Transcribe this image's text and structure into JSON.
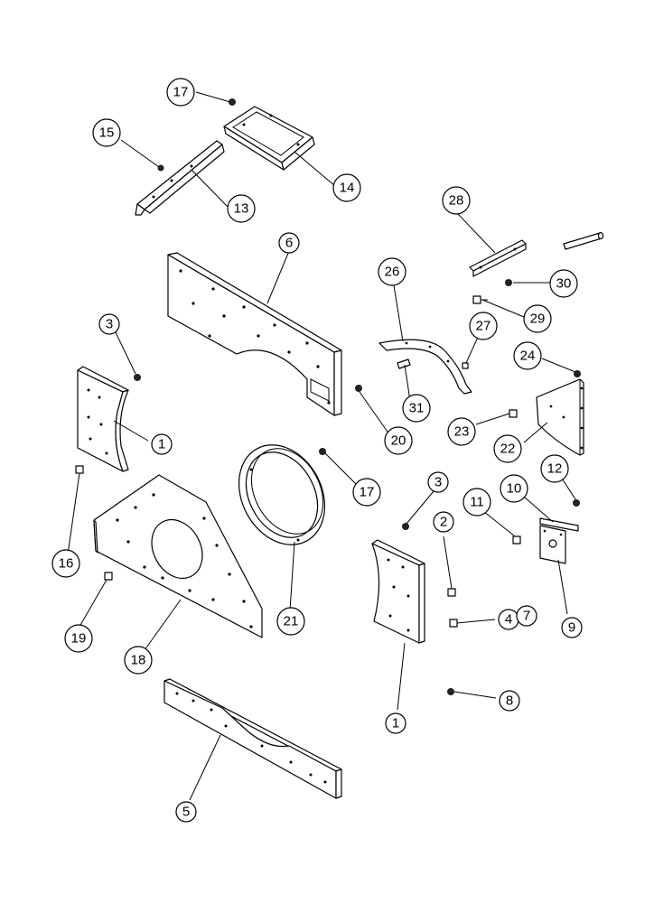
{
  "callouts": [
    {
      "id": "c17a",
      "label": "17"
    },
    {
      "id": "c15",
      "label": "15"
    },
    {
      "id": "c14",
      "label": "14"
    },
    {
      "id": "c13",
      "label": "13"
    },
    {
      "id": "c28",
      "label": "28"
    },
    {
      "id": "c30",
      "label": "30"
    },
    {
      "id": "c29",
      "label": "29"
    },
    {
      "id": "c6",
      "label": "6"
    },
    {
      "id": "c26",
      "label": "26"
    },
    {
      "id": "c27",
      "label": "27"
    },
    {
      "id": "c3a",
      "label": "3"
    },
    {
      "id": "c24",
      "label": "24"
    },
    {
      "id": "c31",
      "label": "31"
    },
    {
      "id": "c20",
      "label": "20"
    },
    {
      "id": "c23",
      "label": "23"
    },
    {
      "id": "c1a",
      "label": "1"
    },
    {
      "id": "c22",
      "label": "22"
    },
    {
      "id": "c17b",
      "label": "17"
    },
    {
      "id": "c16",
      "label": "16"
    },
    {
      "id": "c12",
      "label": "12"
    },
    {
      "id": "c3b",
      "label": "3"
    },
    {
      "id": "c10",
      "label": "10"
    },
    {
      "id": "c11",
      "label": "11"
    },
    {
      "id": "c2",
      "label": "2"
    },
    {
      "id": "c19",
      "label": "19"
    },
    {
      "id": "c18",
      "label": "18"
    },
    {
      "id": "c21",
      "label": "21"
    },
    {
      "id": "c4",
      "label": "4"
    },
    {
      "id": "c7",
      "label": "7"
    },
    {
      "id": "c9",
      "label": "9"
    },
    {
      "id": "c8",
      "label": "8"
    },
    {
      "id": "c1b",
      "label": "1"
    },
    {
      "id": "c5",
      "label": "5"
    }
  ]
}
